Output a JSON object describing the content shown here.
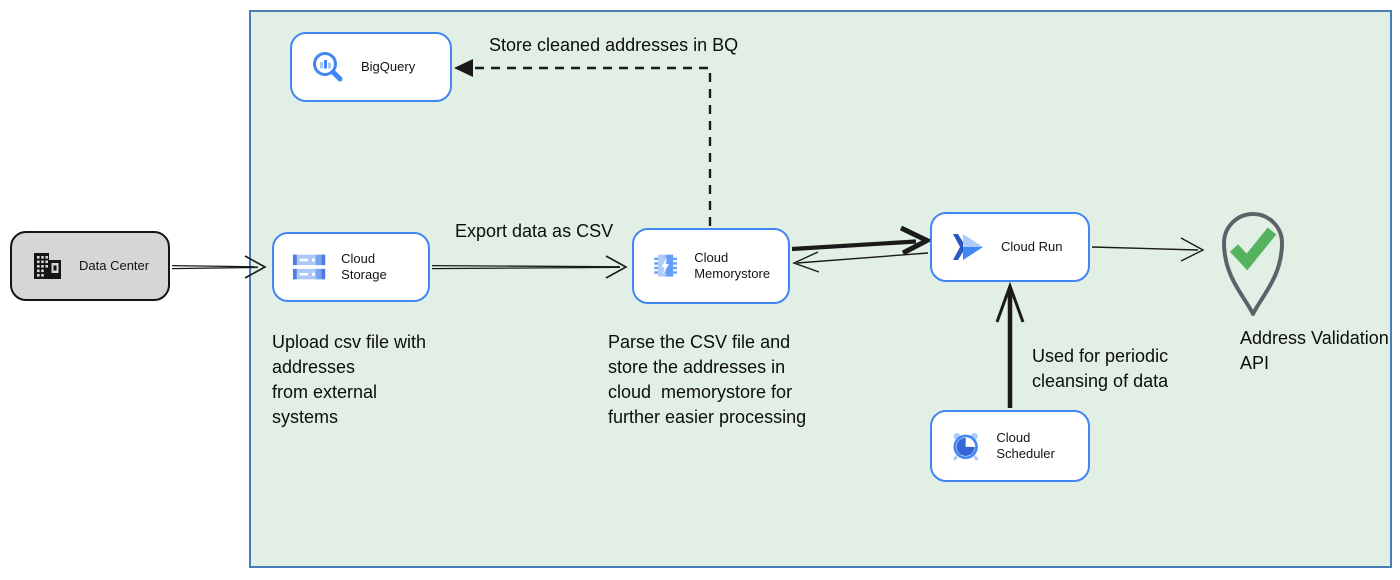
{
  "nodes": {
    "data_center": {
      "label": "Data Center",
      "icon": "building-icon"
    },
    "bigquery": {
      "label": "BigQuery",
      "icon": "bigquery-icon"
    },
    "cloud_storage": {
      "label": "Cloud Storage",
      "icon": "cloud-storage-icon"
    },
    "cloud_memorystore": {
      "label": "Cloud Memorystore",
      "icon": "memorystore-icon"
    },
    "cloud_run": {
      "label": "Cloud Run",
      "icon": "cloud-run-icon"
    },
    "cloud_scheduler": {
      "label": "Cloud Scheduler",
      "icon": "scheduler-icon"
    },
    "address_validation": {
      "label": "Address Validation\nAPI",
      "icon": "map-pin-check-icon"
    }
  },
  "annotations": {
    "store_bq": "Store cleaned addresses in BQ",
    "export_csv": "Export data as CSV",
    "upload": "Upload csv file with\naddresses\nfrom external\nsystems",
    "parse": "Parse the CSV file and\nstore the addresses in\ncloud  memorystore for\nfurther easier processing",
    "periodic": "Used for periodic\ncleansing of data"
  },
  "colors": {
    "region_fill": "#e2efe5",
    "region_border": "#4a7db6",
    "node_border": "#4285f4",
    "datacenter_fill": "#d6d6d6",
    "arrow": "#1a1a1a",
    "gcp_blue": "#4285f4",
    "gcp_blue_dark": "#3367d6",
    "gcp_blue_light": "#aecbfa",
    "pin_outline": "#5b6368",
    "check_green": "#55b25f"
  }
}
